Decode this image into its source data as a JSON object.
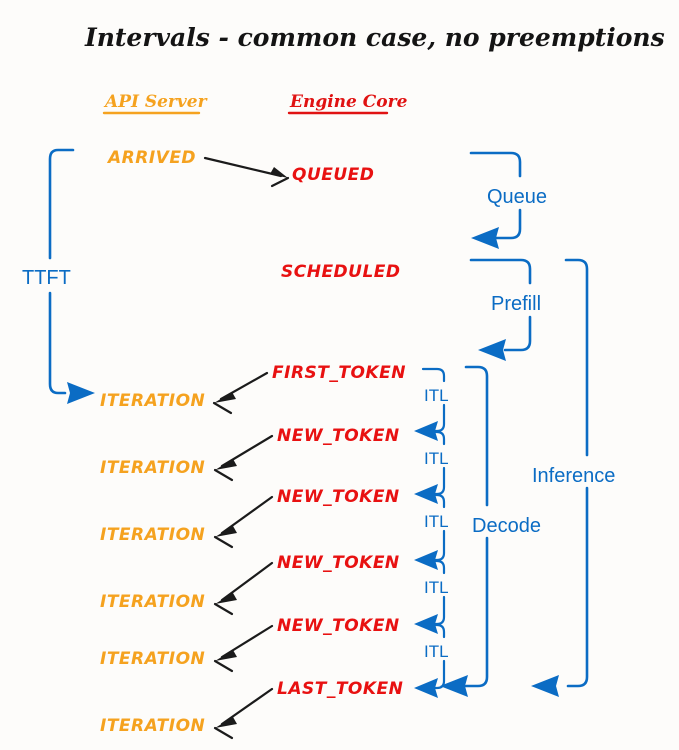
{
  "title": "Intervals - common case, no preemptions",
  "colors": {
    "background": "#fdfcfa",
    "api_server": "#F5A21F",
    "engine_core": "#E81111",
    "interval_blue": "#0B6CC4",
    "arrow_black": "#1b1b1b"
  },
  "columns": {
    "left": {
      "label": "API Server"
    },
    "right": {
      "label": "Engine Core"
    }
  },
  "api_states": [
    {
      "label": "ARRIVED"
    },
    {
      "label": "ITERATION"
    },
    {
      "label": "ITERATION"
    },
    {
      "label": "ITERATION"
    },
    {
      "label": "ITERATION"
    },
    {
      "label": "ITERATION"
    },
    {
      "label": "ITERATION"
    }
  ],
  "engine_states": [
    {
      "label": "QUEUED"
    },
    {
      "label": "SCHEDULED"
    },
    {
      "label": "FIRST_TOKEN"
    },
    {
      "label": "NEW_TOKEN"
    },
    {
      "label": "NEW_TOKEN"
    },
    {
      "label": "NEW_TOKEN"
    },
    {
      "label": "NEW_TOKEN"
    },
    {
      "label": "LAST_TOKEN"
    }
  ],
  "intervals": {
    "ttft": {
      "label": "TTFT"
    },
    "queue": {
      "label": "Queue"
    },
    "prefill": {
      "label": "Prefill"
    },
    "decode": {
      "label": "Decode"
    },
    "inference": {
      "label": "Inference"
    },
    "itl": {
      "label": "ITL",
      "count": 5
    }
  },
  "itl_labels": [
    {
      "label": "ITL"
    },
    {
      "label": "ITL"
    },
    {
      "label": "ITL"
    },
    {
      "label": "ITL"
    },
    {
      "label": "ITL"
    }
  ]
}
